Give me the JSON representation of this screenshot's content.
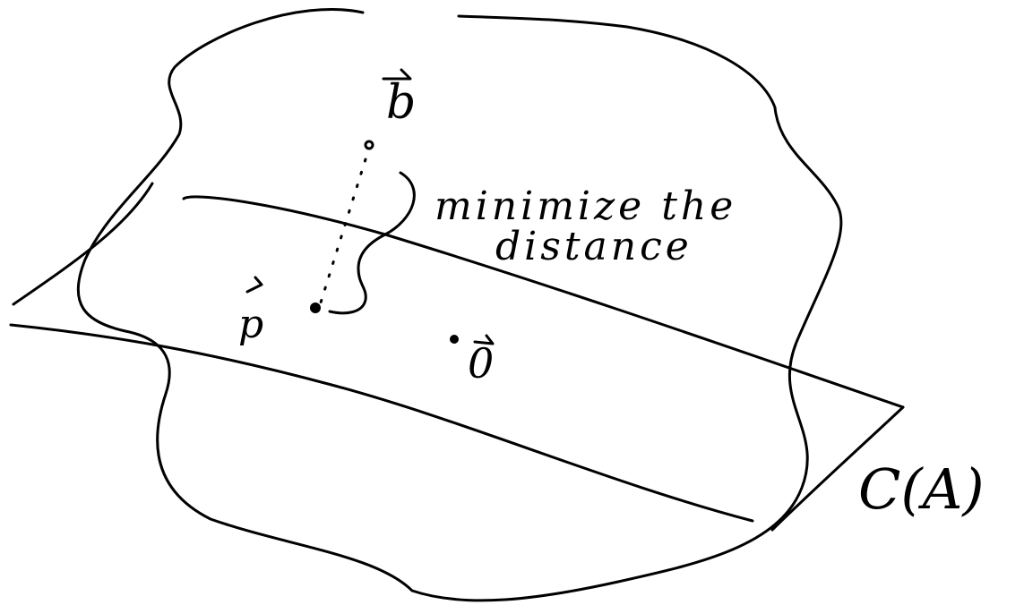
{
  "labels": {
    "vector_b": "b",
    "vector_p": "p",
    "vector_zero": "0",
    "annotation_line1": "minimize the",
    "annotation_line2": "distance",
    "space_label": "C(A)"
  },
  "colors": {
    "ink": "#000000",
    "background": "#ffffff"
  }
}
